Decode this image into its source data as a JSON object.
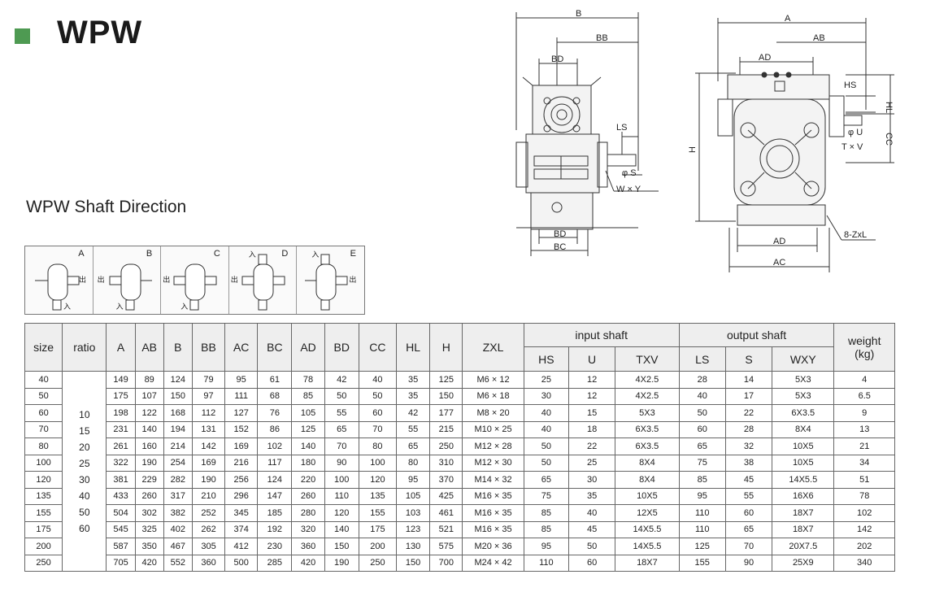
{
  "header": {
    "title": "WPW"
  },
  "shaft_direction": {
    "title": "WPW Shaft Direction",
    "variants": [
      {
        "letter": "A",
        "out_label": "出",
        "in_label": "入"
      },
      {
        "letter": "B",
        "out_label": "出",
        "in_label": "入"
      },
      {
        "letter": "C",
        "out_label": "出",
        "in_label": "入"
      },
      {
        "letter": "D",
        "out_label": "出",
        "in_label": "入"
      },
      {
        "letter": "E",
        "out_label": "出",
        "in_label": "入"
      }
    ]
  },
  "drawing_left": {
    "dims": {
      "B": "B",
      "BB": "BB",
      "BD_top": "BD",
      "LS": "LS",
      "S": "φ S",
      "WXY": "W × Y",
      "BD_bottom": "BD",
      "BC": "BC"
    }
  },
  "drawing_right": {
    "dims": {
      "A": "A",
      "AB": "AB",
      "AD_top": "AD",
      "HS": "HS",
      "HL": "HL",
      "U": "φ U",
      "TXV": "T × V",
      "CC": "CC",
      "H": "H",
      "ZXL": "8-ZxL",
      "AD_bottom": "AD",
      "AC": "AC"
    }
  },
  "table": {
    "headers": {
      "size": "size",
      "ratio": "ratio",
      "A": "A",
      "AB": "AB",
      "B": "B",
      "BB": "BB",
      "AC": "AC",
      "BC": "BC",
      "AD": "AD",
      "BD": "BD",
      "CC": "CC",
      "HL": "HL",
      "H": "H",
      "ZXL": "ZXL",
      "input_shaft": "input  shaft",
      "output_shaft": "output  shaft",
      "weight": "weight",
      "weight_unit": "(kg)",
      "HS": "HS",
      "U": "U",
      "TXV": "TXV",
      "LS": "LS",
      "S": "S",
      "WXY": "WXY"
    },
    "ratios": [
      "10",
      "15",
      "20",
      "25",
      "30",
      "40",
      "50",
      "60"
    ],
    "rows": [
      {
        "size": "40",
        "A": "149",
        "AB": "89",
        "B": "124",
        "BB": "79",
        "AC": "95",
        "BC": "61",
        "AD": "78",
        "BD": "42",
        "CC": "40",
        "HL": "35",
        "H": "125",
        "ZXL": "M6 × 12",
        "HS": "25",
        "U": "12",
        "TXV": "4X2.5",
        "LS": "28",
        "S": "14",
        "WXY": "5X3",
        "weight": "4"
      },
      {
        "size": "50",
        "A": "175",
        "AB": "107",
        "B": "150",
        "BB": "97",
        "AC": "111",
        "BC": "68",
        "AD": "85",
        "BD": "50",
        "CC": "50",
        "HL": "35",
        "H": "150",
        "ZXL": "M6 × 18",
        "HS": "30",
        "U": "12",
        "TXV": "4X2.5",
        "LS": "40",
        "S": "17",
        "WXY": "5X3",
        "weight": "6.5"
      },
      {
        "size": "60",
        "A": "198",
        "AB": "122",
        "B": "168",
        "BB": "112",
        "AC": "127",
        "BC": "76",
        "AD": "105",
        "BD": "55",
        "CC": "60",
        "HL": "42",
        "H": "177",
        "ZXL": "M8 × 20",
        "HS": "40",
        "U": "15",
        "TXV": "5X3",
        "LS": "50",
        "S": "22",
        "WXY": "6X3.5",
        "weight": "9"
      },
      {
        "size": "70",
        "A": "231",
        "AB": "140",
        "B": "194",
        "BB": "131",
        "AC": "152",
        "BC": "86",
        "AD": "125",
        "BD": "65",
        "CC": "70",
        "HL": "55",
        "H": "215",
        "ZXL": "M10 × 25",
        "HS": "40",
        "U": "18",
        "TXV": "6X3.5",
        "LS": "60",
        "S": "28",
        "WXY": "8X4",
        "weight": "13"
      },
      {
        "size": "80",
        "A": "261",
        "AB": "160",
        "B": "214",
        "BB": "142",
        "AC": "169",
        "BC": "102",
        "AD": "140",
        "BD": "70",
        "CC": "80",
        "HL": "65",
        "H": "250",
        "ZXL": "M12 × 28",
        "HS": "50",
        "U": "22",
        "TXV": "6X3.5",
        "LS": "65",
        "S": "32",
        "WXY": "10X5",
        "weight": "21"
      },
      {
        "size": "100",
        "A": "322",
        "AB": "190",
        "B": "254",
        "BB": "169",
        "AC": "216",
        "BC": "117",
        "AD": "180",
        "BD": "90",
        "CC": "100",
        "HL": "80",
        "H": "310",
        "ZXL": "M12 × 30",
        "HS": "50",
        "U": "25",
        "TXV": "8X4",
        "LS": "75",
        "S": "38",
        "WXY": "10X5",
        "weight": "34"
      },
      {
        "size": "120",
        "A": "381",
        "AB": "229",
        "B": "282",
        "BB": "190",
        "AC": "256",
        "BC": "124",
        "AD": "220",
        "BD": "100",
        "CC": "120",
        "HL": "95",
        "H": "370",
        "ZXL": "M14 × 32",
        "HS": "65",
        "U": "30",
        "TXV": "8X4",
        "LS": "85",
        "S": "45",
        "WXY": "14X5.5",
        "weight": "51"
      },
      {
        "size": "135",
        "A": "433",
        "AB": "260",
        "B": "317",
        "BB": "210",
        "AC": "296",
        "BC": "147",
        "AD": "260",
        "BD": "110",
        "CC": "135",
        "HL": "105",
        "H": "425",
        "ZXL": "M16 × 35",
        "HS": "75",
        "U": "35",
        "TXV": "10X5",
        "LS": "95",
        "S": "55",
        "WXY": "16X6",
        "weight": "78"
      },
      {
        "size": "155",
        "A": "504",
        "AB": "302",
        "B": "382",
        "BB": "252",
        "AC": "345",
        "BC": "185",
        "AD": "280",
        "BD": "120",
        "CC": "155",
        "HL": "103",
        "H": "461",
        "ZXL": "M16 × 35",
        "HS": "85",
        "U": "40",
        "TXV": "12X5",
        "LS": "110",
        "S": "60",
        "WXY": "18X7",
        "weight": "102"
      },
      {
        "size": "175",
        "A": "545",
        "AB": "325",
        "B": "402",
        "BB": "262",
        "AC": "374",
        "BC": "192",
        "AD": "320",
        "BD": "140",
        "CC": "175",
        "HL": "123",
        "H": "521",
        "ZXL": "M16 × 35",
        "HS": "85",
        "U": "45",
        "TXV": "14X5.5",
        "LS": "110",
        "S": "65",
        "WXY": "18X7",
        "weight": "142"
      },
      {
        "size": "200",
        "A": "587",
        "AB": "350",
        "B": "467",
        "BB": "305",
        "AC": "412",
        "BC": "230",
        "AD": "360",
        "BD": "150",
        "CC": "200",
        "HL": "130",
        "H": "575",
        "ZXL": "M20 × 36",
        "HS": "95",
        "U": "50",
        "TXV": "14X5.5",
        "LS": "125",
        "S": "70",
        "WXY": "20X7.5",
        "weight": "202"
      },
      {
        "size": "250",
        "A": "705",
        "AB": "420",
        "B": "552",
        "BB": "360",
        "AC": "500",
        "BC": "285",
        "AD": "420",
        "BD": "190",
        "CC": "250",
        "HL": "150",
        "H": "700",
        "ZXL": "M24 × 42",
        "HS": "110",
        "U": "60",
        "TXV": "18X7",
        "LS": "155",
        "S": "90",
        "WXY": "25X9",
        "weight": "340"
      }
    ]
  }
}
